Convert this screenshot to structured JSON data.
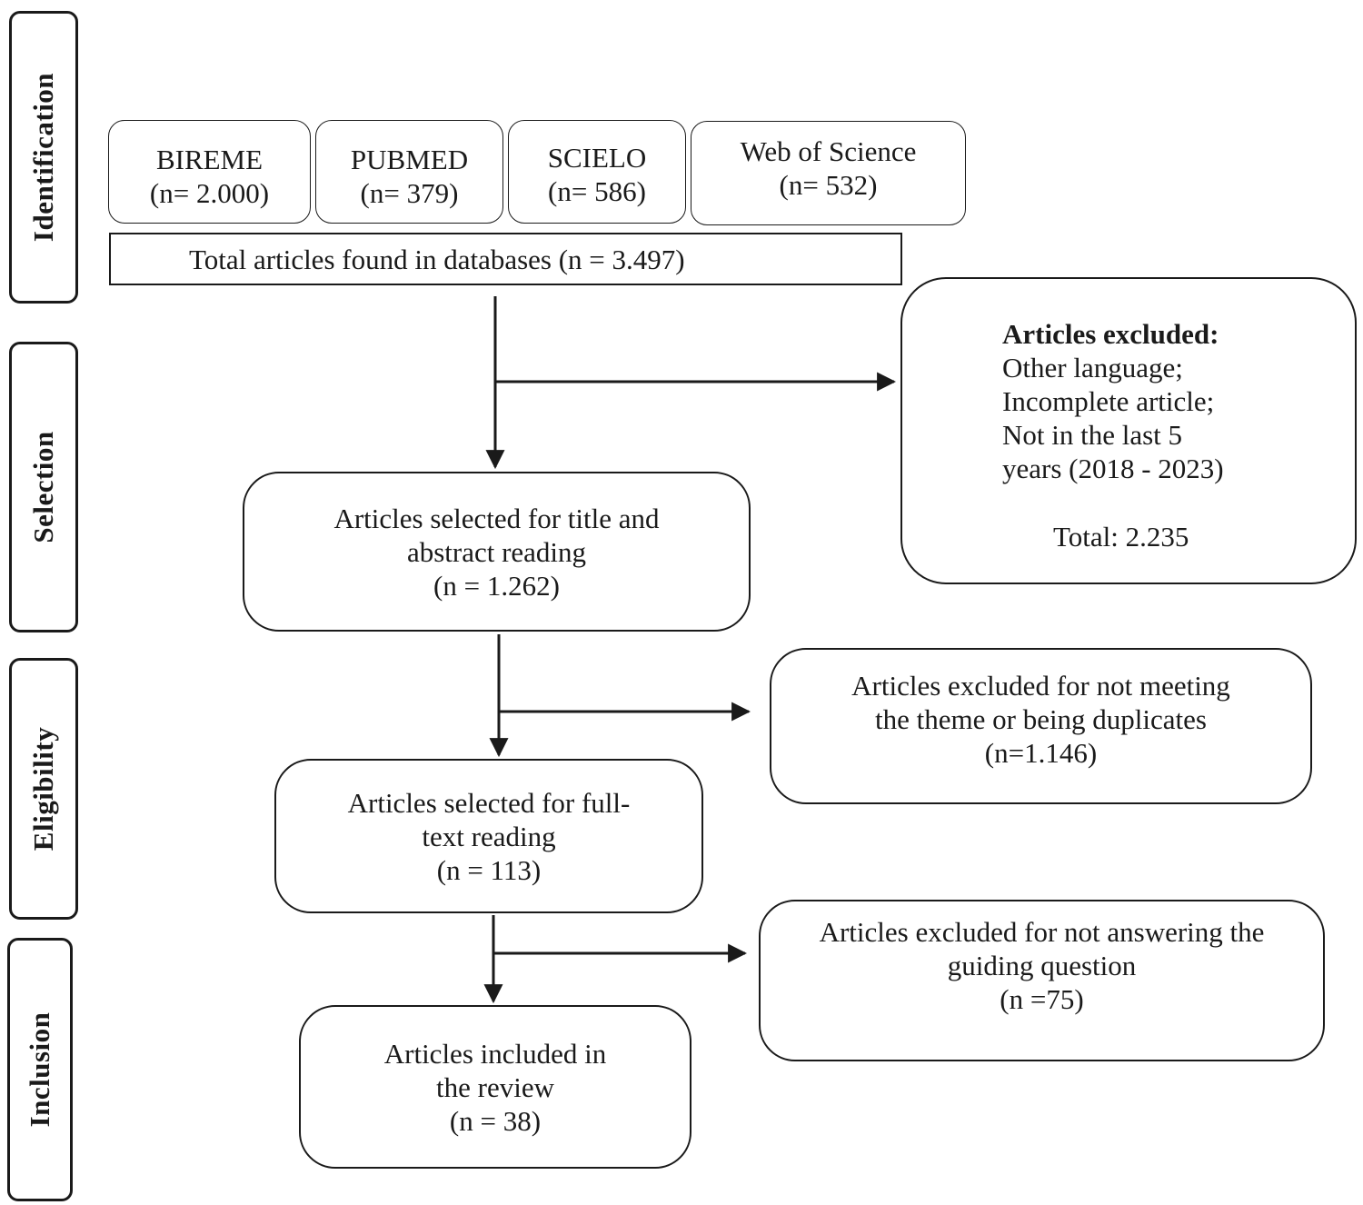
{
  "stages": {
    "identification": "Identification",
    "selection": "Selection",
    "eligibility": "Eligibility",
    "inclusion": "Inclusion"
  },
  "databases": [
    {
      "name": "BIREME",
      "count": "(n= 2.000)"
    },
    {
      "name": "PUBMED",
      "count": "(n= 379)"
    },
    {
      "name": "SCIELO",
      "count": "(n= 586)"
    },
    {
      "name": "Web of Science",
      "count": "(n= 532)"
    }
  ],
  "total_found": "Total articles found in databases (n = 3.497)",
  "excluded_first": {
    "heading": "Articles excluded:",
    "line1": "Other language;",
    "line2": "Incomplete article;",
    "line3": "Not in the last 5",
    "line4": "years (2018 - 2023)",
    "total": "Total: 2.235"
  },
  "selected_title_abstract": {
    "line1": "Articles selected for title and",
    "line2": "abstract reading",
    "line3": "(n = 1.262)"
  },
  "excluded_theme": {
    "line1": "Articles excluded for not meeting",
    "line2": "the theme or being duplicates",
    "line3": "(n=1.146)"
  },
  "selected_full_text": {
    "line1": "Articles selected for full-",
    "line2": "text reading",
    "line3": "(n = 113)"
  },
  "excluded_question": {
    "line1": "Articles excluded for not answering the",
    "line2": "guiding question",
    "line3": "(n =75)"
  },
  "included": {
    "line1": "Articles included in",
    "line2": "the review",
    "line3": "(n = 38)"
  }
}
